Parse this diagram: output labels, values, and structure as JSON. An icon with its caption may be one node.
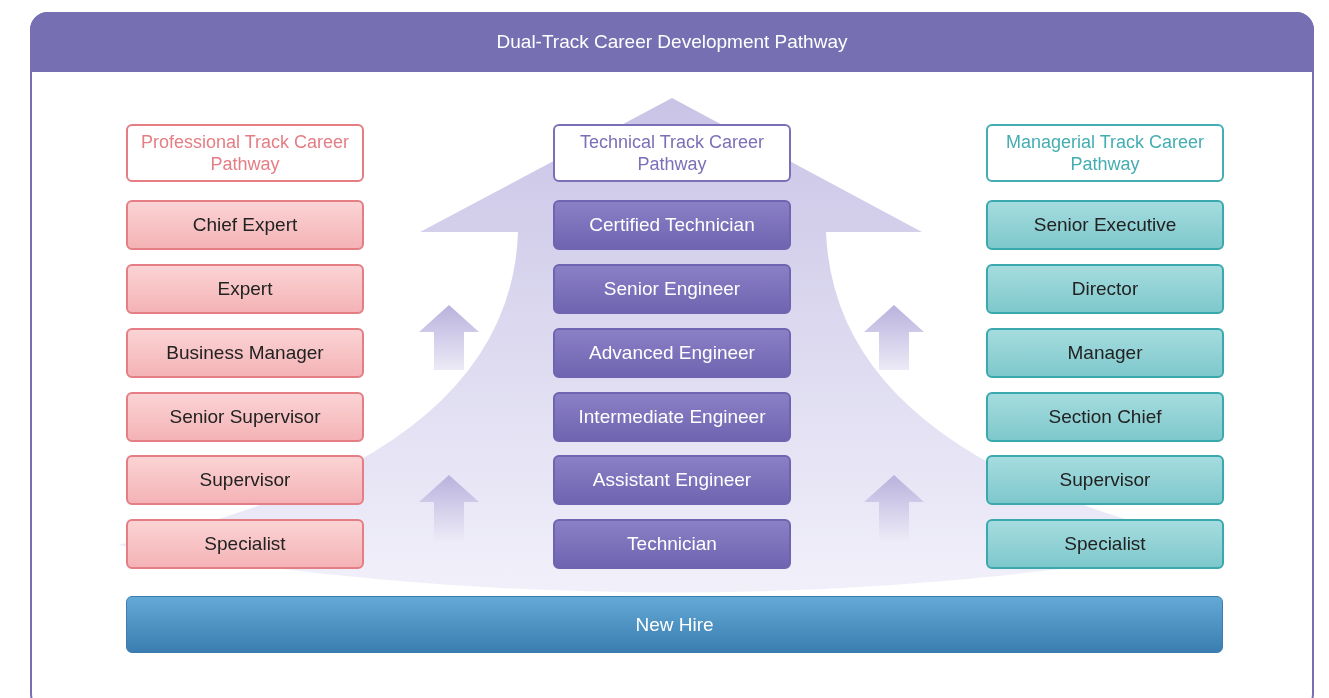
{
  "diagram": {
    "title": "Dual-Track Career Development Pathway",
    "nodes": [
      {
        "text": [
          "Professional Track Career Pathway"
        ]
      },
      {
        "text": [
          "Technical Track Career Pathway"
        ]
      },
      {
        "text": [
          "Managerial Track Career Pathway"
        ]
      },
      {
        "text": [
          "Chief Expert"
        ]
      },
      {
        "text": [
          "Certified Technician"
        ]
      },
      {
        "text": [
          "Senior Executive"
        ]
      },
      {
        "text": [
          "Expert"
        ]
      },
      {
        "text": [
          "Senior Engineer"
        ]
      },
      {
        "text": [
          "Director"
        ]
      },
      {
        "text": [
          "Business Manager"
        ]
      },
      {
        "text": [
          "Advanced Engineer"
        ]
      },
      {
        "text": [
          "Manager"
        ]
      },
      {
        "text": [
          "Senior Supervisor"
        ]
      },
      {
        "text": [
          "Intermediate Engineer"
        ]
      },
      {
        "text": [
          "Section Chief"
        ]
      },
      {
        "text": [
          "Supervisor"
        ]
      },
      {
        "text": [
          "Assistant Engineer"
        ]
      },
      {
        "text": [
          "Supervisor"
        ]
      },
      {
        "text": [
          "Specialist"
        ]
      },
      {
        "text": [
          "Technician"
        ]
      },
      {
        "text": [
          "Specialist"
        ]
      },
      {
        "text": [
          "New Hire"
        ]
      }
    ]
  }
}
